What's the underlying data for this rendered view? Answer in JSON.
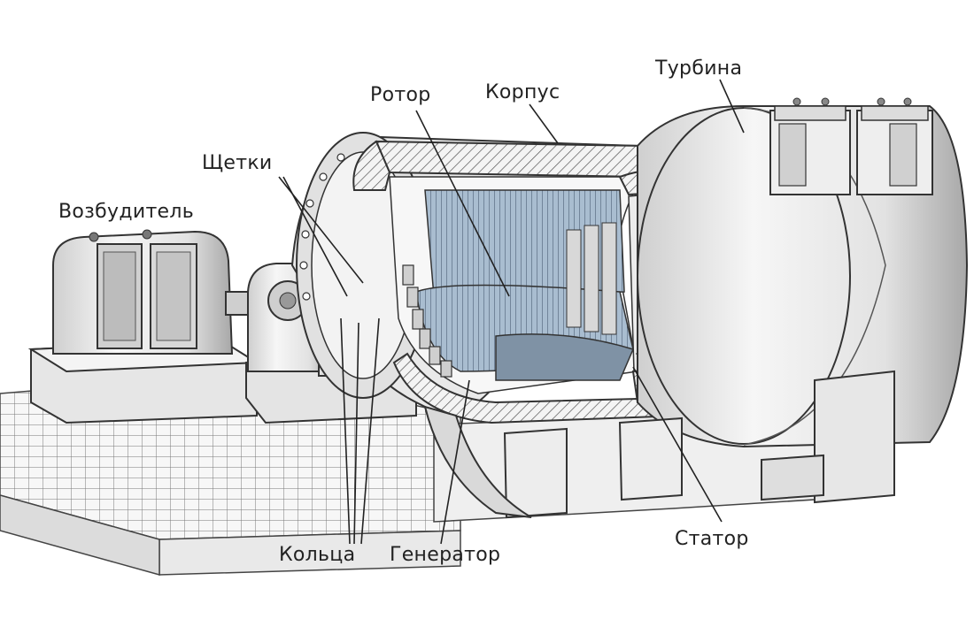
{
  "diagram": {
    "labels": {
      "turbine": "Турбина",
      "rotor": "Ротор",
      "housing": "Корпус",
      "brushes": "Щетки",
      "exciter": "Возбудитель",
      "rings": "Кольца",
      "generator": "Генератор",
      "stator": "Статор"
    },
    "colors": {
      "ink": "#2a2a2a",
      "metal_light": "#f1f1f1",
      "metal_mid": "#d6d6d6",
      "metal_dark": "#9a9a9a",
      "core_blue": "#9fb4c9",
      "background": "#ffffff"
    }
  }
}
